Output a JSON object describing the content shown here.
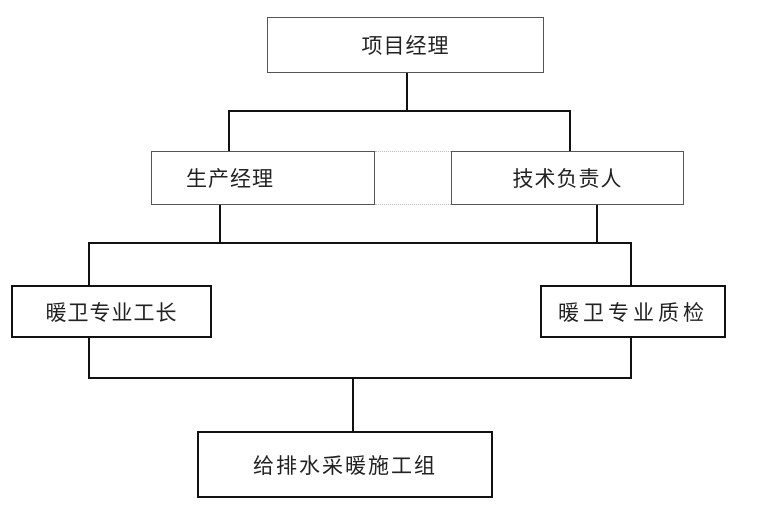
{
  "diagram": {
    "nodes": {
      "project_manager": "项目经理",
      "production_manager": "生产经理",
      "technical_lead": "技术负责人",
      "hvac_foreman": "暖卫专业工长",
      "hvac_quality": "暖卫专业质检",
      "plumbing_team": "给排水采暖施工组"
    },
    "edges": [
      [
        "project_manager",
        "production_manager"
      ],
      [
        "project_manager",
        "technical_lead"
      ],
      [
        "production_manager",
        "technical_lead"
      ],
      [
        "production_manager",
        "hvac_foreman"
      ],
      [
        "technical_lead",
        "hvac_quality"
      ],
      [
        "hvac_foreman",
        "plumbing_team"
      ],
      [
        "hvac_quality",
        "plumbing_team"
      ]
    ]
  }
}
